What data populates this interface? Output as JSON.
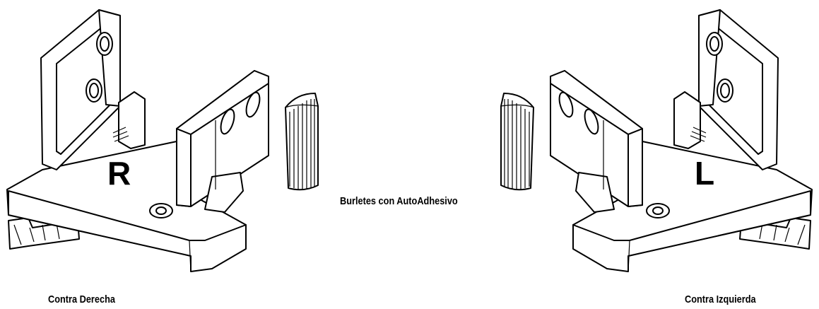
{
  "letters": {
    "right": "R",
    "left": "L"
  },
  "captions": {
    "center": "Burletes con AutoAdhesivo",
    "left_part": "Contra Derecha",
    "right_part": "Contra Izquierda"
  },
  "colors": {
    "stroke": "#000000",
    "background": "#ffffff"
  }
}
